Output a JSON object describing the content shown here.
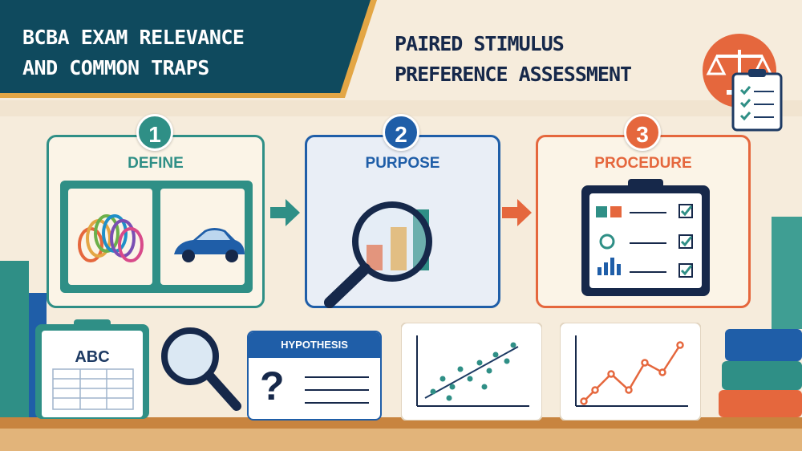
{
  "header": {
    "banner_title_line1": "BCBA EXAM RELEVANCE",
    "banner_title_line2": "AND COMMON TRAPS",
    "main_title_line1": "PAIRED STIMULUS",
    "main_title_line2": "PREFERENCE ASSESSMENT"
  },
  "steps": [
    {
      "number": "1",
      "label": "DEFINE"
    },
    {
      "number": "2",
      "label": "PURPOSE"
    },
    {
      "number": "3",
      "label": "PROCEDURE"
    }
  ],
  "bottom": {
    "abc_label": "ABC",
    "hypothesis_label": "HYPOTHESIS",
    "question_mark": "?"
  },
  "colors": {
    "teal": "#2f8f86",
    "navy": "#16284a",
    "blue": "#1f5ea8",
    "orange": "#e5673d",
    "gold": "#e3a645",
    "background": "#f6ecdc"
  }
}
